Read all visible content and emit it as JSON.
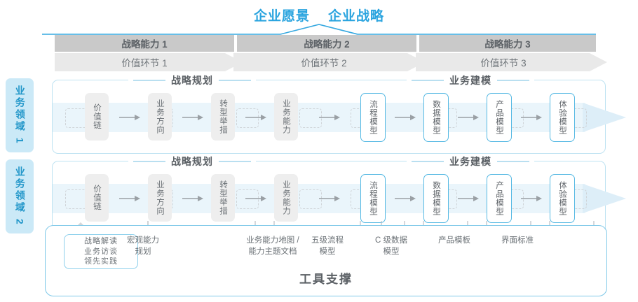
{
  "header": {
    "vision": "企业愿景",
    "strategy": "企业战略"
  },
  "capabilities": [
    {
      "label": "战略能力 1"
    },
    {
      "label": "战略能力 2"
    },
    {
      "label": "战略能力 3"
    }
  ],
  "value_links": [
    {
      "label": "价值环节 1"
    },
    {
      "label": "价值环节 2"
    },
    {
      "label": "价值环节 3"
    }
  ],
  "domains": [
    {
      "label": "业务领域 1"
    },
    {
      "label": "业务领域 2"
    }
  ],
  "sections": {
    "planning_title": "战略规划",
    "modeling_title": "业务建模"
  },
  "nodes": {
    "planning": [
      {
        "label": "价值链"
      },
      {
        "label": "业务方向"
      },
      {
        "label": "转型举措"
      },
      {
        "label": "业务能力"
      }
    ],
    "modeling": [
      {
        "label": "流程模型"
      },
      {
        "label": "数据模型"
      },
      {
        "label": "产品模型"
      },
      {
        "label": "体验模型"
      }
    ]
  },
  "tool_support": {
    "title": "工具支撑",
    "callout": [
      "战略解读",
      "业务访谈",
      "领先实践"
    ],
    "labels": [
      {
        "line1": "宏观能力",
        "line2": "规划"
      },
      {
        "line1": "业务能力地图 /",
        "line2": "能力主题文档"
      },
      {
        "line1": "五级流程",
        "line2": "模型"
      },
      {
        "line1": "C 级数据",
        "line2": "模型"
      },
      {
        "line1": "产品模板",
        "line2": ""
      },
      {
        "line1": "界面标准",
        "line2": ""
      }
    ]
  },
  "colors": {
    "accent_blue": "#2aa4df",
    "band_blue": "#eaf5fb",
    "tab_blue": "#cbe9f7",
    "grey_header": "#c9c9c9",
    "grey_sub": "#e9e9e9"
  }
}
